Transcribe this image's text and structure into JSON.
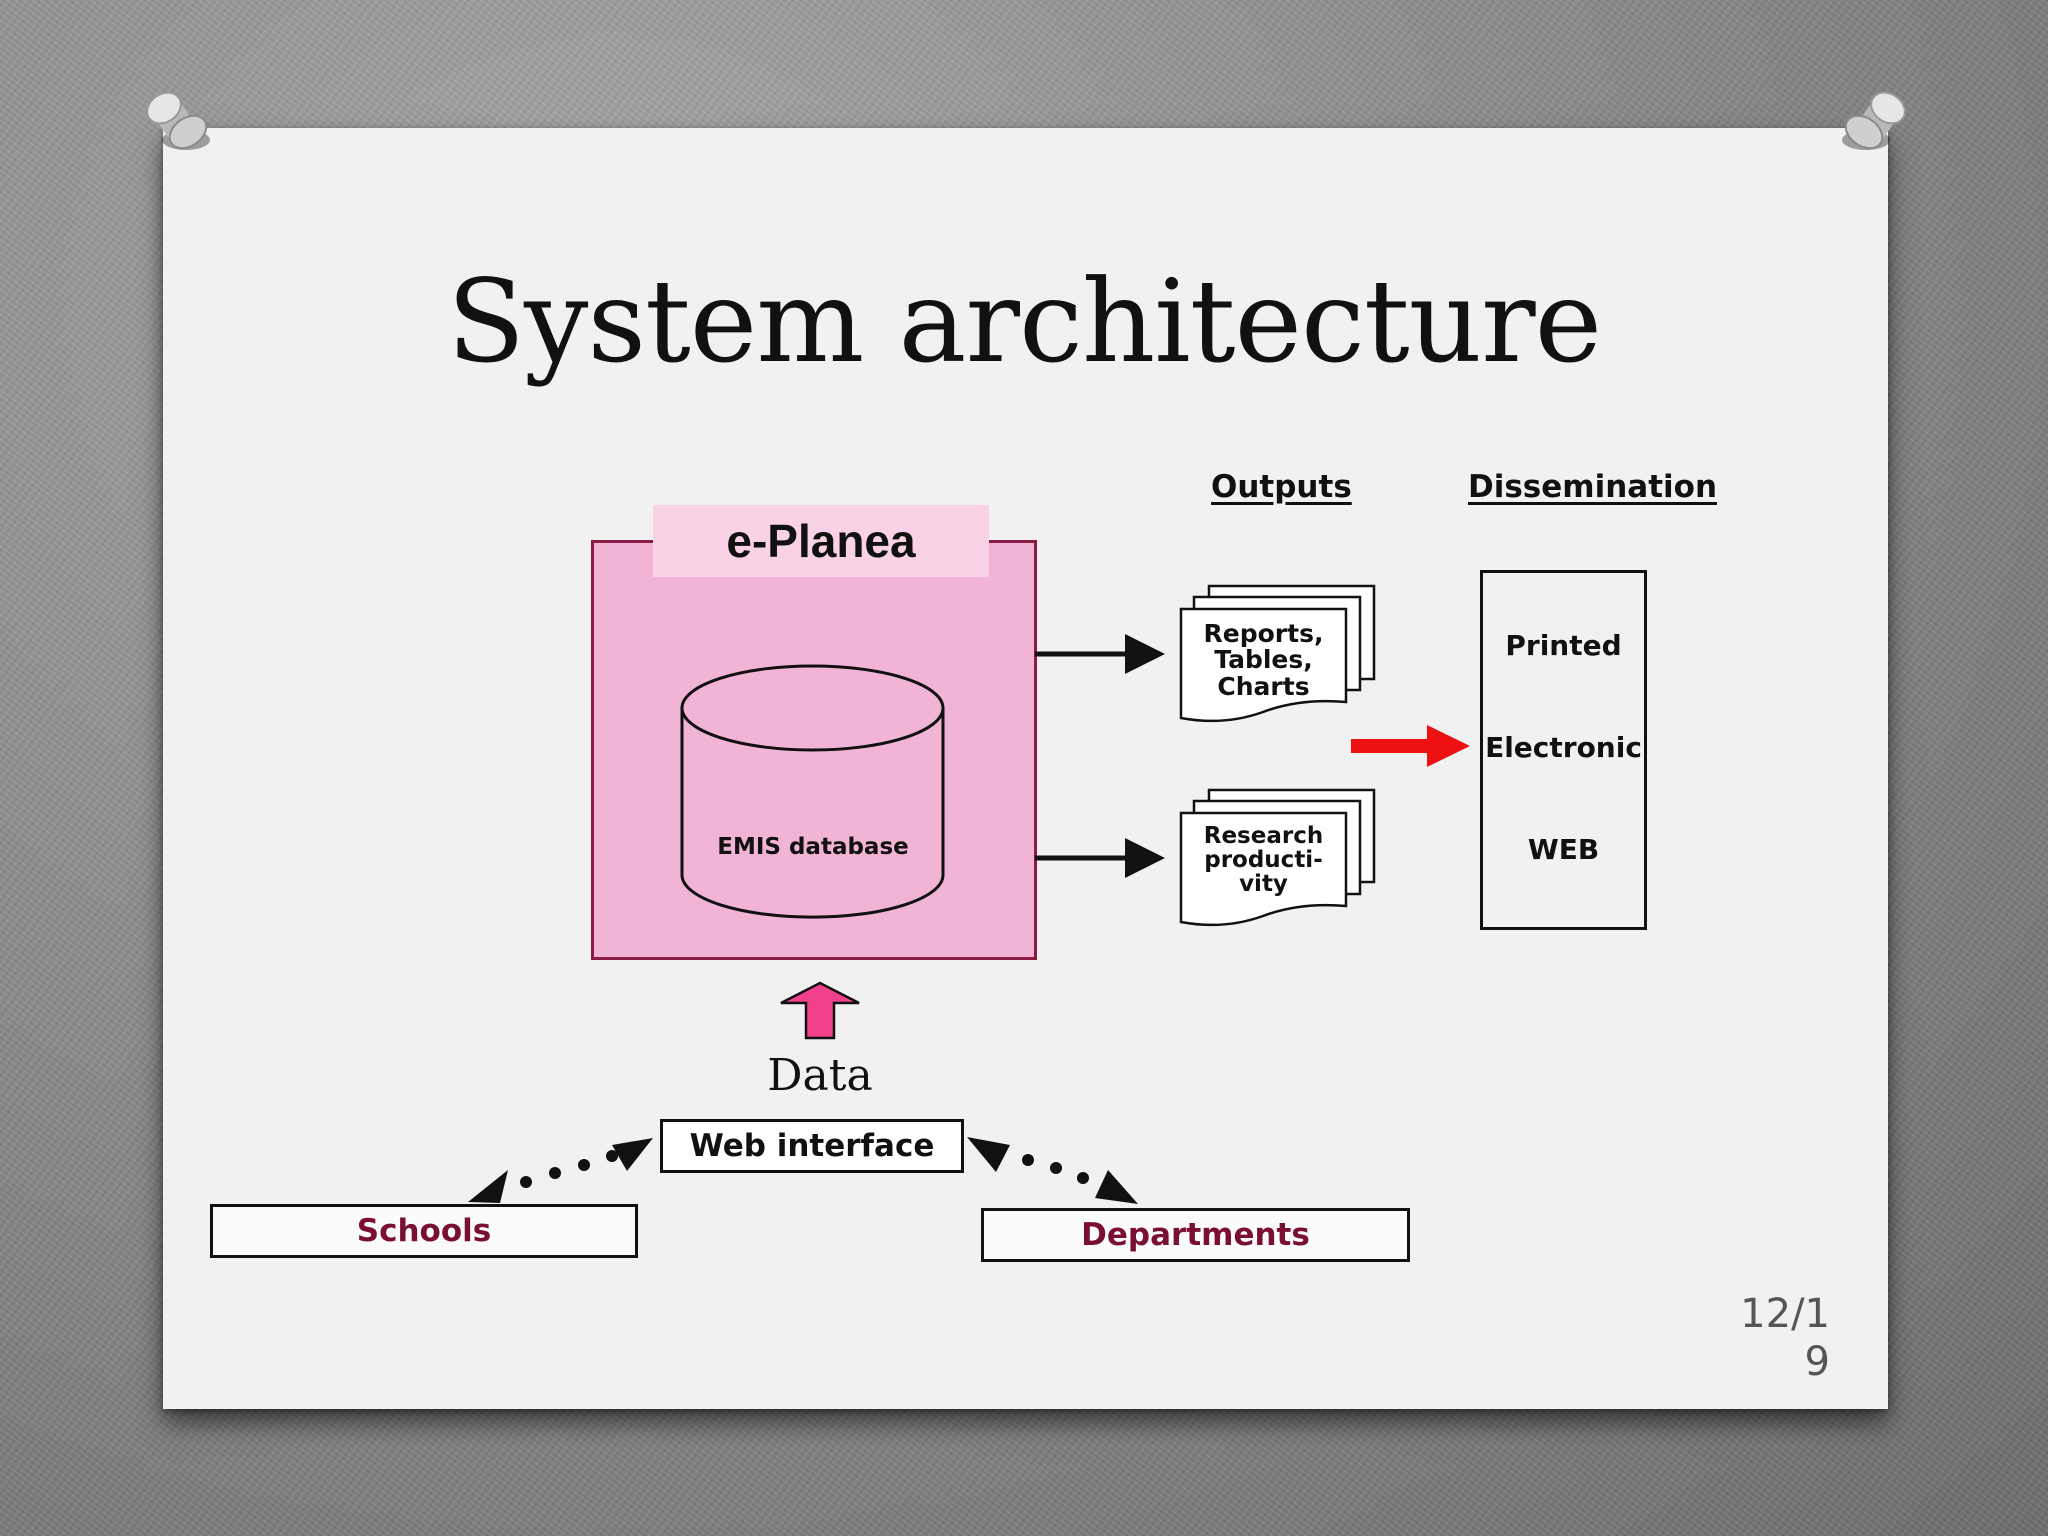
{
  "slide": {
    "title": "System architecture",
    "page_number_line1": "12/1",
    "page_number_line2": "9"
  },
  "diagram": {
    "system_name": "e-Planea",
    "database_label": "EMIS database",
    "outputs_heading": "Outputs",
    "dissemination_heading": "Dissemination",
    "output_docs": [
      {
        "lines": [
          "Reports,",
          "Tables,",
          "Charts"
        ]
      },
      {
        "lines": [
          "Research",
          "producti-",
          "vity"
        ]
      }
    ],
    "dissemination_items": [
      "Printed",
      "Electronic",
      "WEB"
    ],
    "data_label": "Data",
    "web_interface_label": "Web interface",
    "schools_label": "Schools",
    "departments_label": "Departments"
  },
  "colors": {
    "system_fill": "#f2b4d4",
    "system_border": "#8a1c44",
    "data_arrow": "#f0418a",
    "dissemination_arrow": "#ee1111",
    "org_text": "#7a0f36"
  }
}
